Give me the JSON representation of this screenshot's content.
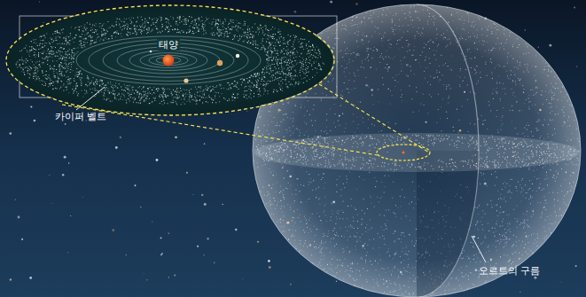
{
  "diagram": {
    "labels": [
      "태양",
      "카이퍼 벨트",
      "오르트의 구름"
    ]
  }
}
